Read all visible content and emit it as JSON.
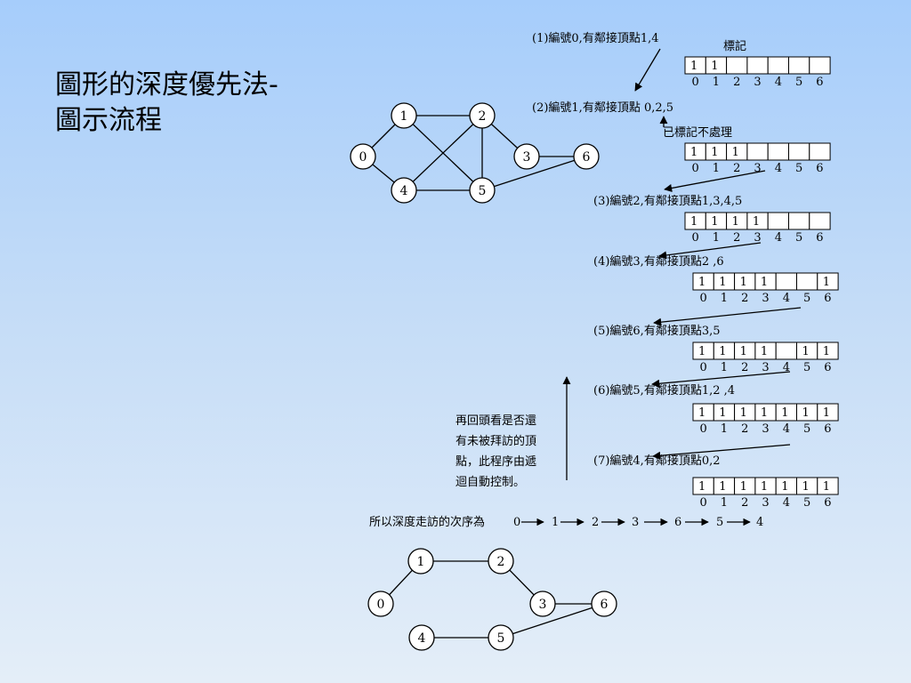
{
  "title": {
    "line1": "圖形的深度優先法-",
    "line2": "圖示流程"
  },
  "graph": {
    "nodes": [
      "1",
      "2",
      "0",
      "3",
      "6",
      "4",
      "5"
    ]
  },
  "marks_label": "標記",
  "already_marked": "已標記不處理",
  "array_indices": [
    "0",
    "1",
    "2",
    "3",
    "4",
    "5",
    "6"
  ],
  "steps": [
    {
      "text": "(1)編號0,有鄰接頂點1,4",
      "marks": [
        "1",
        "1",
        "",
        "",
        "",
        "",
        ""
      ]
    },
    {
      "text": "(2)編號1,有鄰接頂點 0,2,5",
      "marks": [
        "1",
        "1",
        "1",
        "",
        "",
        "",
        ""
      ]
    },
    {
      "text": "(3)編號2,有鄰接頂點1,3,4,5",
      "marks": [
        "1",
        "1",
        "1",
        "1",
        "",
        "",
        ""
      ]
    },
    {
      "text": "(4)編號3,有鄰接頂點2 ,6",
      "marks": [
        "1",
        "1",
        "1",
        "1",
        "",
        "",
        "1"
      ]
    },
    {
      "text": "(5)編號6,有鄰接頂點3,5",
      "marks": [
        "1",
        "1",
        "1",
        "1",
        "",
        "1",
        "1"
      ]
    },
    {
      "text": "(6)編號5,有鄰接頂點1,2 ,4",
      "marks": [
        "1",
        "1",
        "1",
        "1",
        "1",
        "1",
        "1"
      ]
    },
    {
      "text": "(7)編號4,有鄰接頂點0,2",
      "marks": [
        "1",
        "1",
        "1",
        "1",
        "1",
        "1",
        "1"
      ]
    }
  ],
  "note_lines": [
    "再回頭看是否還",
    "有未被拜訪的頂",
    "點，此程序由遞",
    "迴自動控制。"
  ],
  "sequence": {
    "prefix": "所以深度走訪的次序為",
    "nodes": [
      "0",
      "1",
      "2",
      "3",
      "6",
      "5",
      "4"
    ]
  },
  "tree": {
    "nodes": [
      "1",
      "2",
      "0",
      "3",
      "6",
      "4",
      "5"
    ]
  }
}
